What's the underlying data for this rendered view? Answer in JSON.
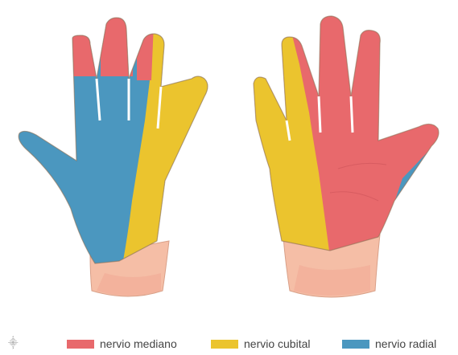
{
  "figure": {
    "hands": [
      "dorsal",
      "palmar"
    ],
    "colors": {
      "median": "#e8696c",
      "ulnar": "#ebc42e",
      "radial": "#4b97bf",
      "skin": "#f5bea6",
      "outline": "#b38a6a"
    }
  },
  "legend": {
    "items": [
      {
        "key": "median",
        "label": "nervio mediano",
        "color": "#e8696c"
      },
      {
        "key": "ulnar",
        "label": "nervio cubital",
        "color": "#ebc42e"
      },
      {
        "key": "radial",
        "label": "nervio radial",
        "color": "#4b97bf"
      }
    ]
  }
}
